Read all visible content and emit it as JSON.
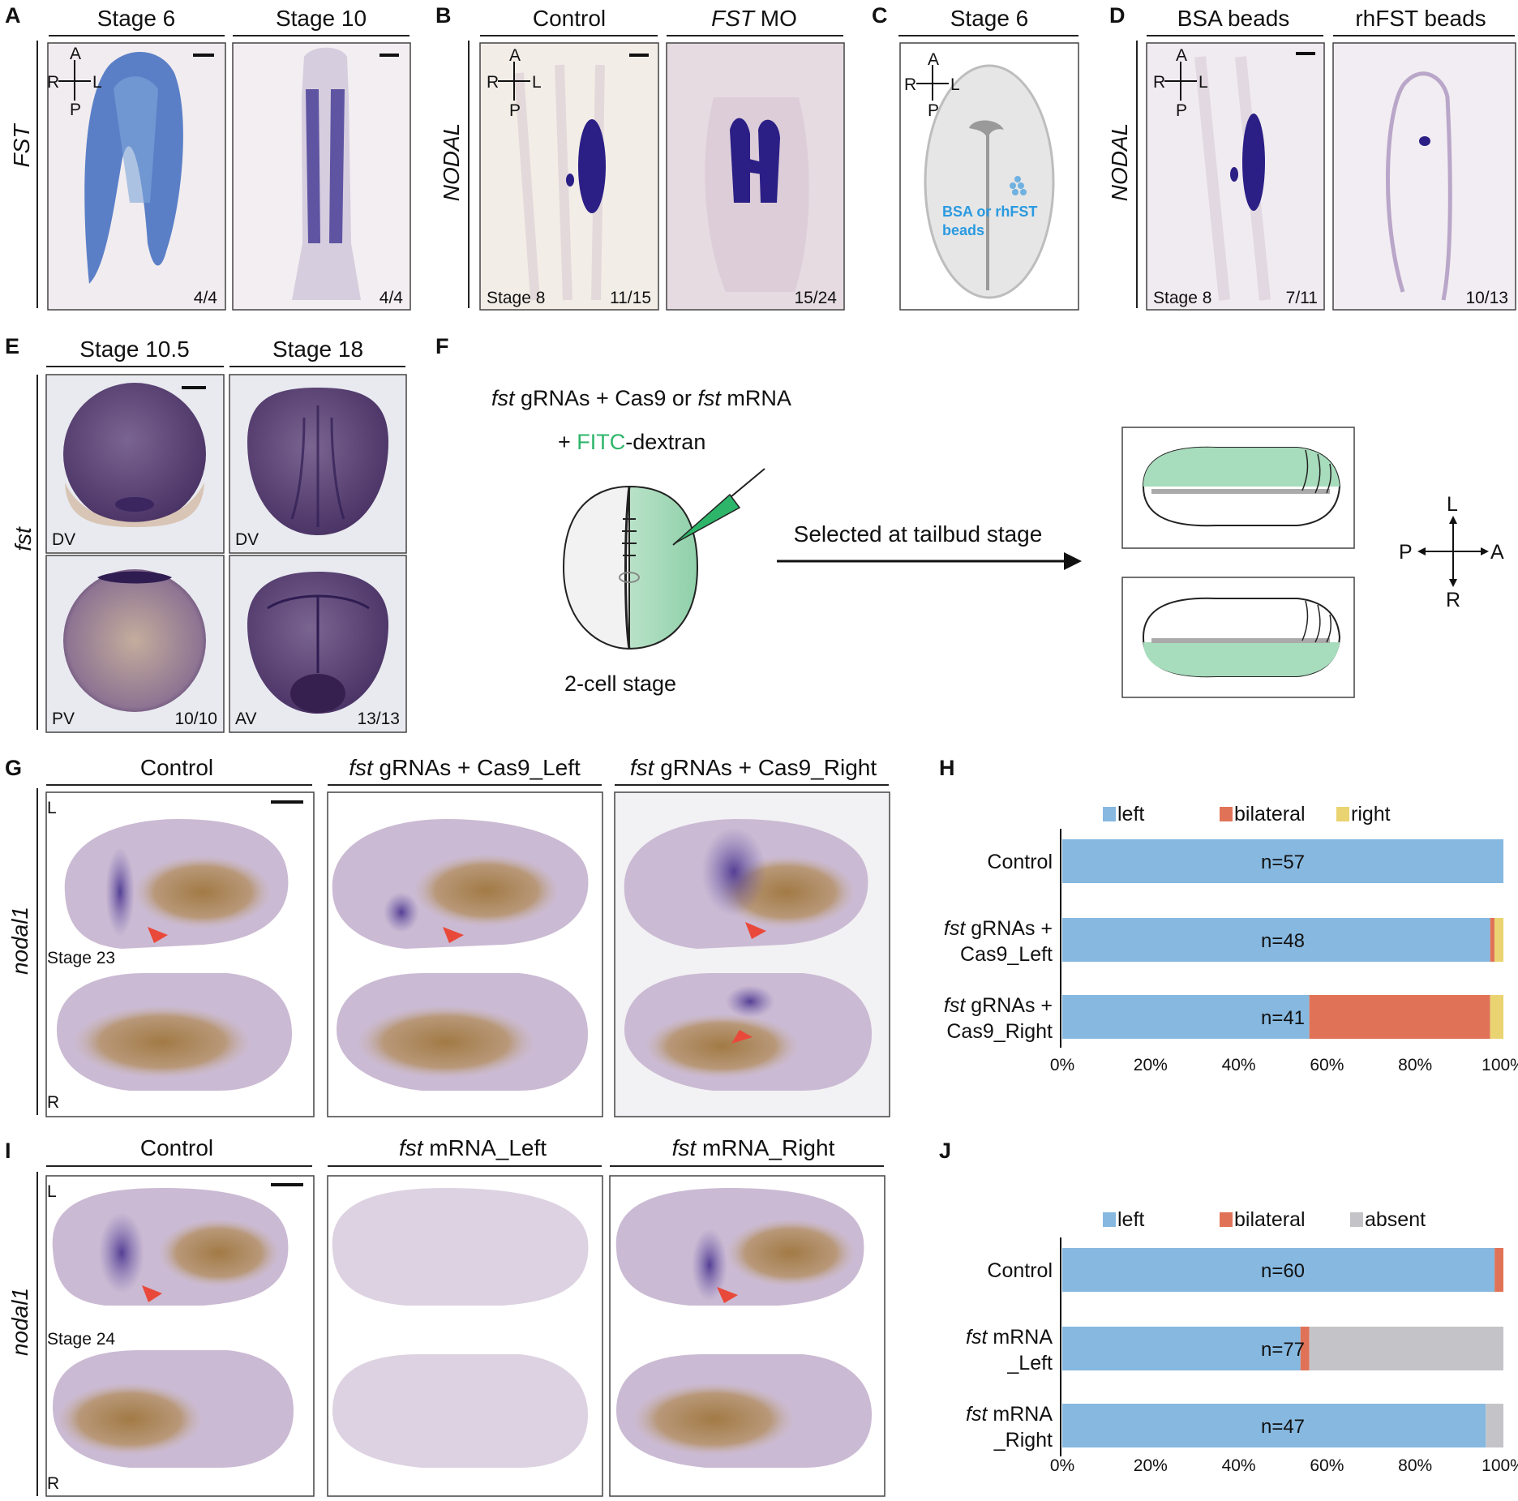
{
  "panels": {
    "A": {
      "letter": "A",
      "gene_label": "FST",
      "images": [
        {
          "header": "Stage 6",
          "count": "4/4"
        },
        {
          "header": "Stage 10",
          "count": "4/4"
        }
      ],
      "axis": {
        "a": "A",
        "p": "P",
        "r": "R",
        "l": "L"
      }
    },
    "B": {
      "letter": "B",
      "gene_label": "NODAL",
      "images": [
        {
          "header": "Control",
          "stage": "Stage 8",
          "count": "11/15"
        },
        {
          "header_italic": "FST",
          "header": " MO",
          "count": "15/24"
        }
      ],
      "axis": {
        "a": "A",
        "p": "P",
        "r": "R",
        "l": "L"
      }
    },
    "C": {
      "letter": "C",
      "header": "Stage 6",
      "bead_label_1": "BSA or rhFST",
      "bead_label_2": "beads",
      "axis": {
        "a": "A",
        "p": "P",
        "r": "R",
        "l": "L"
      }
    },
    "D": {
      "letter": "D",
      "gene_label": "NODAL",
      "images": [
        {
          "header": "BSA beads",
          "stage": "Stage 8",
          "count": "7/11"
        },
        {
          "header": "rhFST beads",
          "count": "10/13"
        }
      ],
      "axis": {
        "a": "A",
        "p": "P",
        "r": "R",
        "l": "L"
      }
    },
    "E": {
      "letter": "E",
      "gene_label": "fst",
      "headers": [
        "Stage 10.5",
        "Stage 18"
      ],
      "images": [
        {
          "view": "DV"
        },
        {
          "view": "DV"
        },
        {
          "view": "PV",
          "count": "10/10"
        },
        {
          "view": "AV",
          "count": "13/13"
        }
      ]
    },
    "F": {
      "letter": "F",
      "line1_a_italic": "fst",
      "line1_b": " gRNAs + Cas9  or ",
      "line1_c_italic": "fst",
      "line1_d": " mRNA",
      "line2_a": "+ ",
      "line2_b_green": "FITC",
      "line2_c": "-dextran",
      "arrow_label": "Selected at tailbud stage",
      "stage_label": "2-cell stage",
      "compass": {
        "l": "L",
        "r": "R",
        "p": "P",
        "a": "A"
      },
      "fitc_color": "#2db56a"
    },
    "G": {
      "letter": "G",
      "gene_label": "nodal1",
      "headers": [
        {
          "text": "Control"
        },
        {
          "italic": "fst",
          "text": " gRNAs + Cas9_Left"
        },
        {
          "italic": "fst",
          "text": " gRNAs + Cas9_Right"
        }
      ],
      "side_top": "L",
      "side_bottom": "R",
      "stage": "Stage 23"
    },
    "I": {
      "letter": "I",
      "gene_label": "nodal1",
      "headers": [
        {
          "text": "Control"
        },
        {
          "italic": "fst",
          "text": " mRNA_Left"
        },
        {
          "italic": "fst",
          "text": " mRNA_Right"
        }
      ],
      "side_top": "L",
      "side_bottom": "R",
      "stage": "Stage 24"
    }
  },
  "chart_data": [
    {
      "letter": "H",
      "type": "bar",
      "orientation": "horizontal",
      "stacked": true,
      "series": [
        {
          "name": "left",
          "color": "#86b8e0",
          "values": [
            100,
            97,
            56
          ]
        },
        {
          "name": "bilateral",
          "color": "#e07357",
          "values": [
            0,
            1,
            41
          ]
        },
        {
          "name": "right",
          "color": "#ead471",
          "values": [
            0,
            2,
            3
          ]
        }
      ],
      "categories": [
        {
          "italic": "",
          "lines": [
            "Control"
          ]
        },
        {
          "italic": "fst",
          "lines": [
            " gRNAs +",
            "Cas9_Left"
          ]
        },
        {
          "italic": "fst",
          "lines": [
            " gRNAs +",
            "Cas9_Right"
          ]
        }
      ],
      "bar_labels": [
        "n=57",
        "n=48",
        "n=41"
      ],
      "xticks": [
        "0%",
        "20%",
        "40%",
        "60%",
        "80%",
        "100%"
      ],
      "xlim": [
        0,
        100
      ],
      "legend_position": "top"
    },
    {
      "letter": "J",
      "type": "bar",
      "orientation": "horizontal",
      "stacked": true,
      "series": [
        {
          "name": "left",
          "color": "#86b8e0",
          "values": [
            98,
            54,
            96
          ]
        },
        {
          "name": "bilateral",
          "color": "#e07357",
          "values": [
            2,
            2,
            0
          ]
        },
        {
          "name": "absent",
          "color": "#c4c4c8",
          "values": [
            0,
            44,
            4
          ]
        }
      ],
      "categories": [
        {
          "italic": "",
          "lines": [
            "Control"
          ]
        },
        {
          "italic": "fst",
          "lines": [
            " mRNA",
            "_Left"
          ]
        },
        {
          "italic": "fst",
          "lines": [
            " mRNA",
            "_Right"
          ]
        }
      ],
      "bar_labels": [
        "n=60",
        "n=77",
        "n=47"
      ],
      "xticks": [
        "0%",
        "20%",
        "40%",
        "60%",
        "80%",
        "100%"
      ],
      "xlim": [
        0,
        100
      ],
      "legend_position": "top"
    }
  ]
}
